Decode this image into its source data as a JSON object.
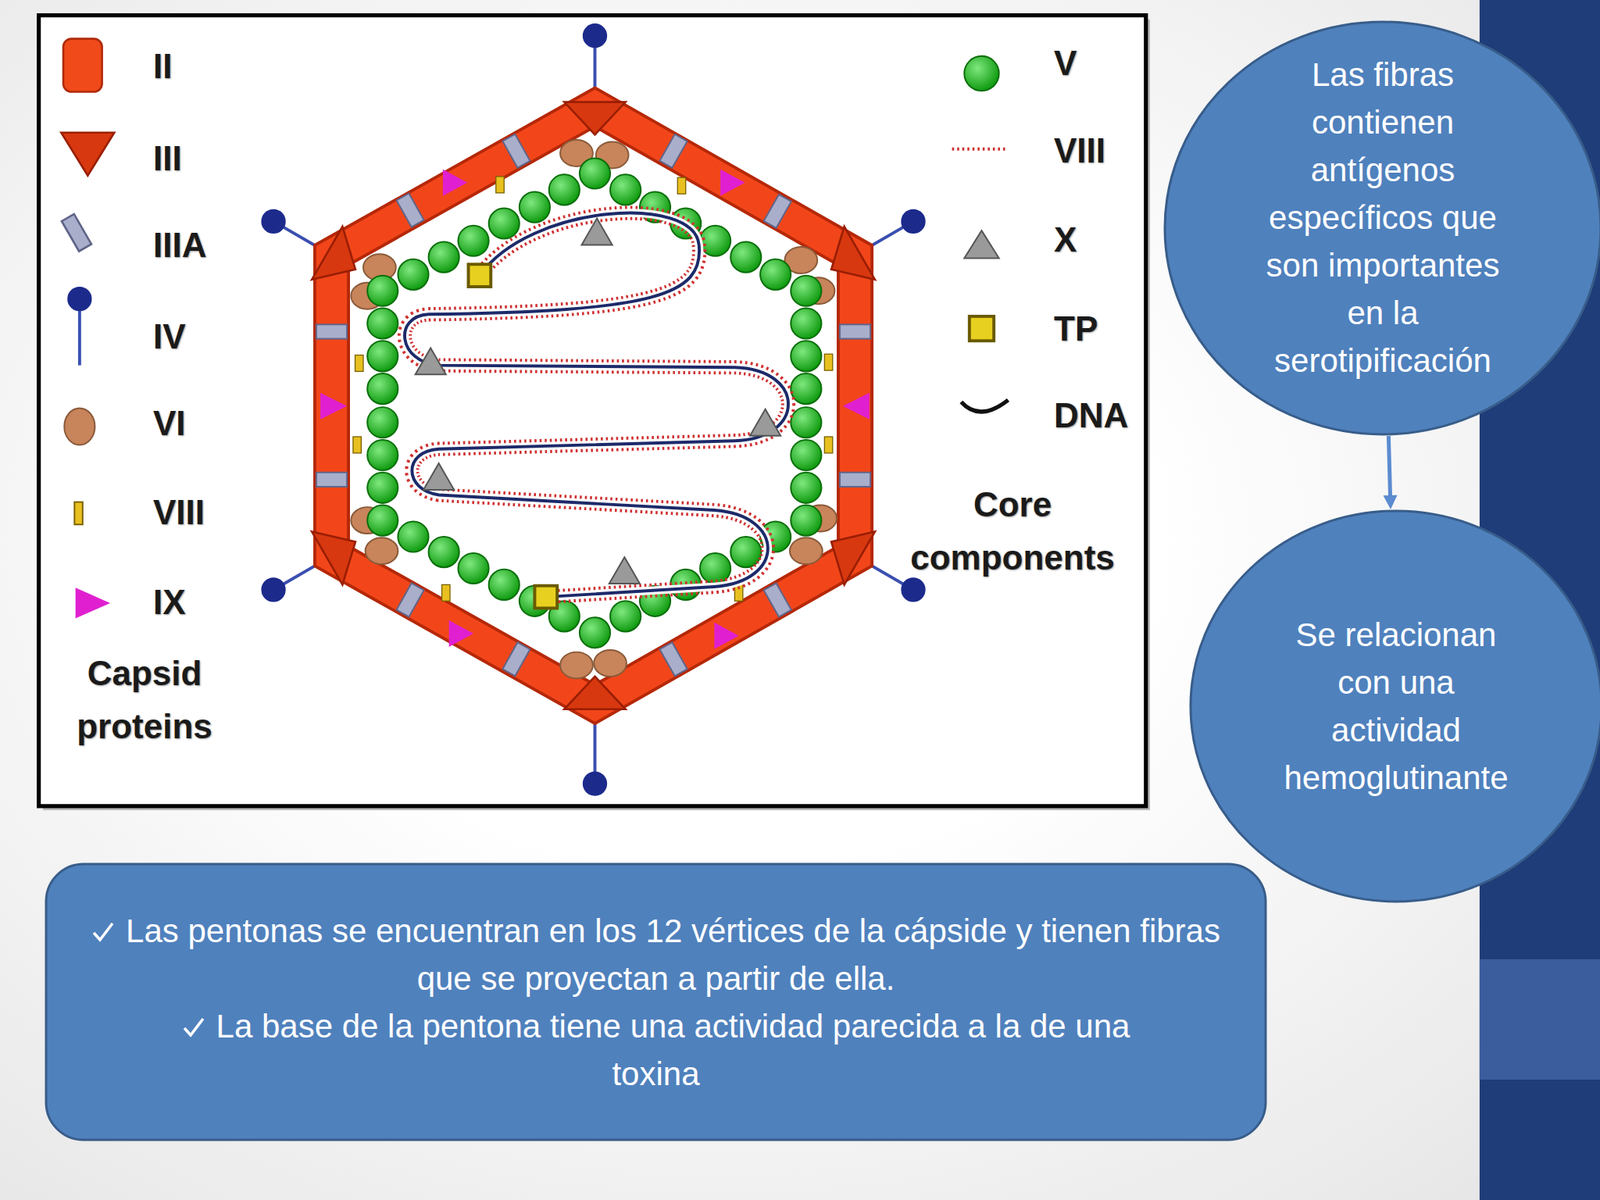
{
  "diagram": {
    "nodes": [
      {
        "text": [
          "Las fibras contienen antígenos específicos que son importantes en la serotipificación"
        ]
      },
      {
        "text": [
          "Se relacionan con una actividad hemoglutinante"
        ]
      },
      {
        "text": [
          "Las pentonas se encuentran en los 12 vértices de la cápside y tienen fibras que se proyectan a partir de ella.",
          "La base de la pentona tiene una actividad parecida a la de una toxina"
        ]
      }
    ],
    "edges": [
      {
        "from": 0,
        "to": 1,
        "arrow": "to"
      }
    ],
    "labels": [
      "Capsid proteins",
      "Core components"
    ],
    "legend": [
      {
        "text": "II"
      },
      {
        "text": "III"
      },
      {
        "text": "IIIA"
      },
      {
        "text": "IV"
      },
      {
        "text": "VI"
      },
      {
        "text": "VIII"
      },
      {
        "text": "IX"
      },
      {
        "text": "V"
      },
      {
        "text": "VIII"
      },
      {
        "text": "X"
      },
      {
        "text": "TP"
      },
      {
        "text": "DNA"
      }
    ]
  }
}
